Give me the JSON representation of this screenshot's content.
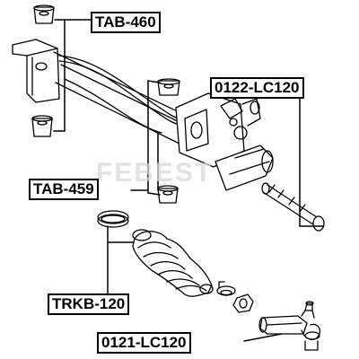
{
  "labels": {
    "tab460": "TAB-460",
    "lc0122": "0122-LC120",
    "tab459": "TAB-459",
    "trkb120": "TRKB-120",
    "lc0121": "0121-LC120"
  },
  "watermark": "FEBEST",
  "colors": {
    "line": "#000000",
    "background": "#ffffff",
    "watermark": "#d9d9d9"
  }
}
